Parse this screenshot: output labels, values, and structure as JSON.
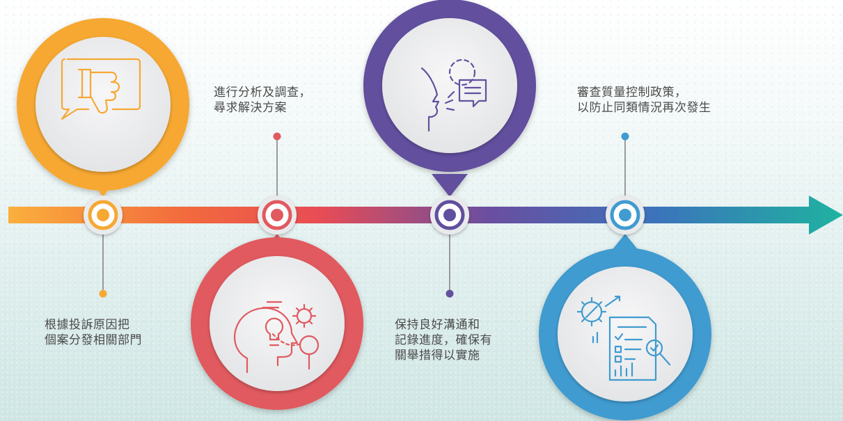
{
  "steps": [
    {
      "icon": "thumbs-down-speech-icon",
      "color": "#f6a833",
      "lines": [
        "根據投訴原因把",
        "個案分發相關部門"
      ]
    },
    {
      "icon": "head-lightbulb-magnifier-icon",
      "color": "#e05a5f",
      "lines": [
        "進行分析及調查，",
        "尋求解決方案"
      ]
    },
    {
      "icon": "head-speech-bubbles-icon",
      "color": "#62509e",
      "lines": [
        "保持良好溝通和",
        "記錄進度，確保有",
        "關舉措得以實施"
      ]
    },
    {
      "icon": "gear-report-magnifier-icon",
      "color": "#3f9bd0",
      "lines": [
        "審查質量控制政策，",
        "以防止同類情況再次發生"
      ]
    }
  ],
  "arrow_colors": [
    "#fbb33c",
    "#f26a3d",
    "#e84c55",
    "#6a4ea0",
    "#3b74bb",
    "#1fb3a0"
  ]
}
